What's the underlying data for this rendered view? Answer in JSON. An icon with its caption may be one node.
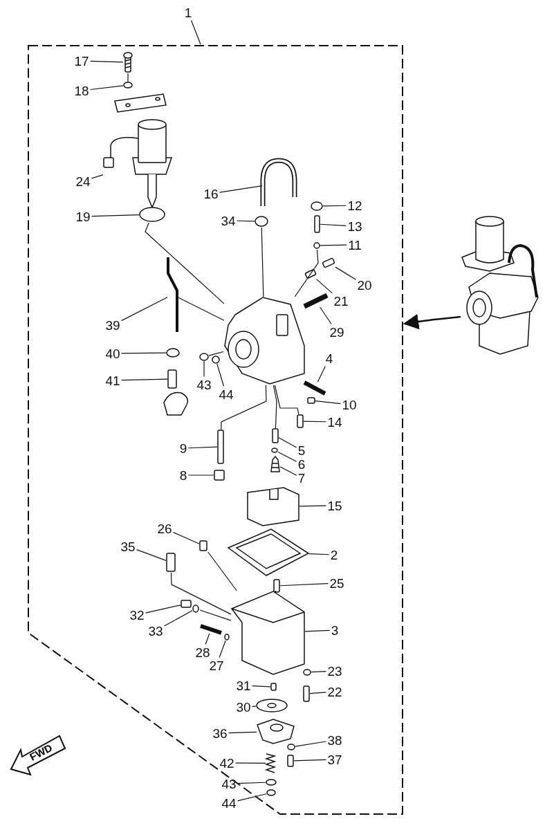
{
  "diagram": {
    "nodes": [
      {
        "text": [
          "1"
        ]
      },
      {
        "text": [],
        "shape": "box"
      },
      {
        "text": [
          "17"
        ],
        "in": 1
      },
      {
        "text": [
          "18"
        ],
        "in": 1
      },
      {
        "text": [
          "24"
        ],
        "in": 1
      },
      {
        "text": [
          "16"
        ],
        "in": 1
      },
      {
        "text": [
          "12"
        ],
        "in": 1
      },
      {
        "text": [
          "19"
        ],
        "in": 1
      },
      {
        "text": [
          "34"
        ],
        "in": 1
      },
      {
        "text": [
          "13"
        ],
        "in": 1
      },
      {
        "text": [
          "11"
        ],
        "in": 1
      },
      {
        "text": [
          "20"
        ],
        "in": 1
      },
      {
        "text": [
          "21"
        ],
        "in": 1
      },
      {
        "text": [
          "39"
        ],
        "in": 1
      },
      {
        "text": [
          "29"
        ],
        "in": 1
      },
      {
        "text": [
          "40"
        ],
        "in": 1
      },
      {
        "text": [
          "4"
        ],
        "in": 1
      },
      {
        "text": [
          "41"
        ],
        "in": 1
      },
      {
        "text": [
          "43"
        ],
        "in": 1
      },
      {
        "text": [
          "44"
        ],
        "in": 1
      },
      {
        "text": [
          "10"
        ],
        "in": 1
      },
      {
        "text": [
          "14"
        ],
        "in": 1
      },
      {
        "text": [
          "9"
        ],
        "in": 1
      },
      {
        "text": [
          "5"
        ],
        "in": 1
      },
      {
        "text": [
          "6"
        ],
        "in": 1
      },
      {
        "text": [
          "8"
        ],
        "in": 1
      },
      {
        "text": [
          "7"
        ],
        "in": 1
      },
      {
        "text": [
          "15"
        ],
        "in": 1
      },
      {
        "text": [
          "26"
        ],
        "in": 1
      },
      {
        "text": [
          "35"
        ],
        "in": 1
      },
      {
        "text": [
          "2"
        ],
        "in": 1
      },
      {
        "text": [
          "25"
        ],
        "in": 1
      },
      {
        "text": [
          "32"
        ],
        "in": 1
      },
      {
        "text": [
          "3"
        ],
        "in": 1
      },
      {
        "text": [
          "33"
        ],
        "in": 1
      },
      {
        "text": [
          "28"
        ],
        "in": 1
      },
      {
        "text": [
          "27"
        ],
        "in": 1
      },
      {
        "text": [
          "23"
        ],
        "in": 1
      },
      {
        "text": [
          "31"
        ],
        "in": 1
      },
      {
        "text": [
          "22"
        ],
        "in": 1
      },
      {
        "text": [
          "30"
        ],
        "in": 1
      },
      {
        "text": [
          "36"
        ],
        "in": 1
      },
      {
        "text": [
          "38"
        ],
        "in": 1
      },
      {
        "text": [
          "42"
        ],
        "in": 1
      },
      {
        "text": [
          "37"
        ],
        "in": 1
      },
      {
        "text": [
          "43"
        ],
        "in": 1
      },
      {
        "text": [
          "44"
        ],
        "in": 1
      },
      {
        "text": [],
        "shape": "picture"
      },
      {
        "text": [
          "FWD"
        ]
      },
      {
        "text": [],
        "shape": "picture",
        "in": 1
      },
      {
        "text": [],
        "shape": "circle",
        "in": 1
      },
      {
        "text": [],
        "shape": "picture",
        "in": 1
      },
      {
        "text": [],
        "shape": "picture",
        "in": 1
      },
      {
        "text": [],
        "shape": "circle",
        "in": 1
      },
      {
        "text": [],
        "shape": "circle",
        "in": 1
      },
      {
        "text": [],
        "shape": "circle",
        "in": 1
      },
      {
        "text": [],
        "shape": "box",
        "in": 1
      },
      {
        "text": [],
        "shape": "circle",
        "in": 1
      },
      {
        "text": [],
        "shape": "box",
        "in": 1
      },
      {
        "text": [],
        "shape": "box",
        "in": 1
      },
      {
        "text": [],
        "shape": "picture",
        "in": 1
      },
      {
        "text": [],
        "shape": "picture",
        "in": 1
      },
      {
        "text": [],
        "shape": "circle",
        "in": 1
      },
      {
        "text": [],
        "shape": "picture",
        "in": 1
      },
      {
        "text": [],
        "shape": "box",
        "in": 1
      },
      {
        "text": [],
        "shape": "circle",
        "in": 1
      },
      {
        "text": [],
        "shape": "circle",
        "in": 1
      },
      {
        "text": [],
        "shape": "box",
        "in": 1
      },
      {
        "text": [],
        "shape": "box",
        "in": 1
      },
      {
        "text": [],
        "shape": "box",
        "in": 1
      },
      {
        "text": [],
        "shape": "box",
        "in": 1
      },
      {
        "text": [],
        "shape": "circle",
        "in": 1
      },
      {
        "text": [],
        "shape": "box",
        "in": 1
      },
      {
        "text": [],
        "shape": "picture",
        "in": 1
      },
      {
        "text": [],
        "shape": "picture",
        "in": 1
      },
      {
        "text": [],
        "shape": "box",
        "in": 1
      },
      {
        "text": [],
        "shape": "box",
        "in": 1
      },
      {
        "text": [],
        "shape": "picture",
        "in": 1
      },
      {
        "text": [],
        "shape": "box",
        "in": 1
      },
      {
        "text": [],
        "shape": "box",
        "in": 1
      },
      {
        "text": [],
        "shape": "picture",
        "in": 1
      },
      {
        "text": [],
        "shape": "circle",
        "in": 1
      },
      {
        "text": [],
        "shape": "picture",
        "in": 1
      },
      {
        "text": [],
        "shape": "circle",
        "in": 1
      },
      {
        "text": [],
        "shape": "circle",
        "in": 1
      },
      {
        "text": [],
        "shape": "box",
        "in": 1
      },
      {
        "text": [],
        "shape": "box",
        "in": 1
      },
      {
        "text": [],
        "shape": "picture",
        "in": 1
      },
      {
        "text": [],
        "shape": "picture",
        "in": 1
      },
      {
        "text": [],
        "shape": "circle",
        "in": 1
      },
      {
        "text": [],
        "shape": "picture",
        "in": 1
      },
      {
        "text": [],
        "shape": "box",
        "in": 1
      },
      {
        "text": [],
        "shape": "circle",
        "in": 1
      },
      {
        "text": [],
        "shape": "circle",
        "in": 1
      },
      {
        "text": [],
        "shape": "picture",
        "in": 1
      }
    ],
    "edges": [
      {
        "from": 0,
        "to": 1,
        "arrow": "none"
      },
      {
        "from": 2,
        "to": 49,
        "arrow": "none"
      },
      {
        "from": 3,
        "to": 50,
        "arrow": "none"
      },
      {
        "from": 4,
        "to": 51,
        "arrow": "none"
      },
      {
        "from": 5,
        "to": 52,
        "arrow": "none"
      },
      {
        "from": 6,
        "to": 53,
        "arrow": "none"
      },
      {
        "from": 7,
        "to": 54,
        "arrow": "none"
      },
      {
        "from": 8,
        "to": 55,
        "arrow": "none"
      },
      {
        "from": 9,
        "to": 56,
        "arrow": "none"
      },
      {
        "from": 10,
        "to": 57,
        "arrow": "none"
      },
      {
        "from": 11,
        "to": 58,
        "arrow": "none"
      },
      {
        "from": 12,
        "to": 59,
        "arrow": "none"
      },
      {
        "from": 13,
        "to": 60,
        "arrow": "none"
      },
      {
        "from": 14,
        "to": 61,
        "arrow": "none"
      },
      {
        "from": 15,
        "to": 62,
        "arrow": "none"
      },
      {
        "from": 16,
        "to": 63,
        "arrow": "none"
      },
      {
        "from": 17,
        "to": 64,
        "arrow": "none"
      },
      {
        "from": 18,
        "to": 65,
        "arrow": "none"
      },
      {
        "from": 19,
        "to": 66,
        "arrow": "none"
      },
      {
        "from": 20,
        "to": 67,
        "arrow": "none"
      },
      {
        "from": 21,
        "to": 68,
        "arrow": "none"
      },
      {
        "from": 22,
        "to": 69,
        "arrow": "none"
      },
      {
        "from": 23,
        "to": 70,
        "arrow": "none"
      },
      {
        "from": 24,
        "to": 71,
        "arrow": "none"
      },
      {
        "from": 25,
        "to": 72,
        "arrow": "none"
      },
      {
        "from": 26,
        "to": 73,
        "arrow": "none"
      },
      {
        "from": 27,
        "to": 74,
        "arrow": "none"
      },
      {
        "from": 28,
        "to": 75,
        "arrow": "none"
      },
      {
        "from": 29,
        "to": 76,
        "arrow": "none"
      },
      {
        "from": 30,
        "to": 77,
        "arrow": "none"
      },
      {
        "from": 31,
        "to": 78,
        "arrow": "none"
      },
      {
        "from": 32,
        "to": 79,
        "arrow": "none"
      },
      {
        "from": 33,
        "to": 80,
        "arrow": "none"
      },
      {
        "from": 34,
        "to": 81,
        "arrow": "none"
      },
      {
        "from": 35,
        "to": 82,
        "arrow": "none"
      },
      {
        "from": 36,
        "to": 83,
        "arrow": "none"
      },
      {
        "from": 37,
        "to": 84,
        "arrow": "none"
      },
      {
        "from": 38,
        "to": 85,
        "arrow": "none"
      },
      {
        "from": 39,
        "to": 86,
        "arrow": "none"
      },
      {
        "from": 40,
        "to": 87,
        "arrow": "none"
      },
      {
        "from": 41,
        "to": 88,
        "arrow": "none"
      },
      {
        "from": 42,
        "to": 89,
        "arrow": "none"
      },
      {
        "from": 43,
        "to": 90,
        "arrow": "none"
      },
      {
        "from": 44,
        "to": 91,
        "arrow": "none"
      },
      {
        "from": 45,
        "to": 92,
        "arrow": "none"
      },
      {
        "from": 46,
        "to": 93,
        "arrow": "none"
      },
      {
        "from": 47,
        "to": 1,
        "arrow": "to"
      },
      {
        "from": 49,
        "to": 50,
        "arrow": "none"
      },
      {
        "from": 54,
        "to": 94,
        "arrow": "none"
      },
      {
        "from": 55,
        "to": 94,
        "arrow": "none"
      },
      {
        "from": 57,
        "to": 94,
        "arrow": "none"
      },
      {
        "from": 60,
        "to": 94,
        "arrow": "none"
      },
      {
        "from": 94,
        "to": 65,
        "arrow": "none"
      },
      {
        "from": 94,
        "to": 70,
        "arrow": "none"
      },
      {
        "from": 94,
        "to": 68,
        "arrow": "none"
      },
      {
        "from": 94,
        "to": 69,
        "arrow": "none"
      },
      {
        "from": 75,
        "to": 80,
        "arrow": "none"
      },
      {
        "from": 76,
        "to": 80,
        "arrow": "none"
      },
      {
        "from": 81,
        "to": 80,
        "arrow": "none"
      },
      {
        "from": 78,
        "to": 80,
        "arrow": "none"
      }
    ]
  }
}
